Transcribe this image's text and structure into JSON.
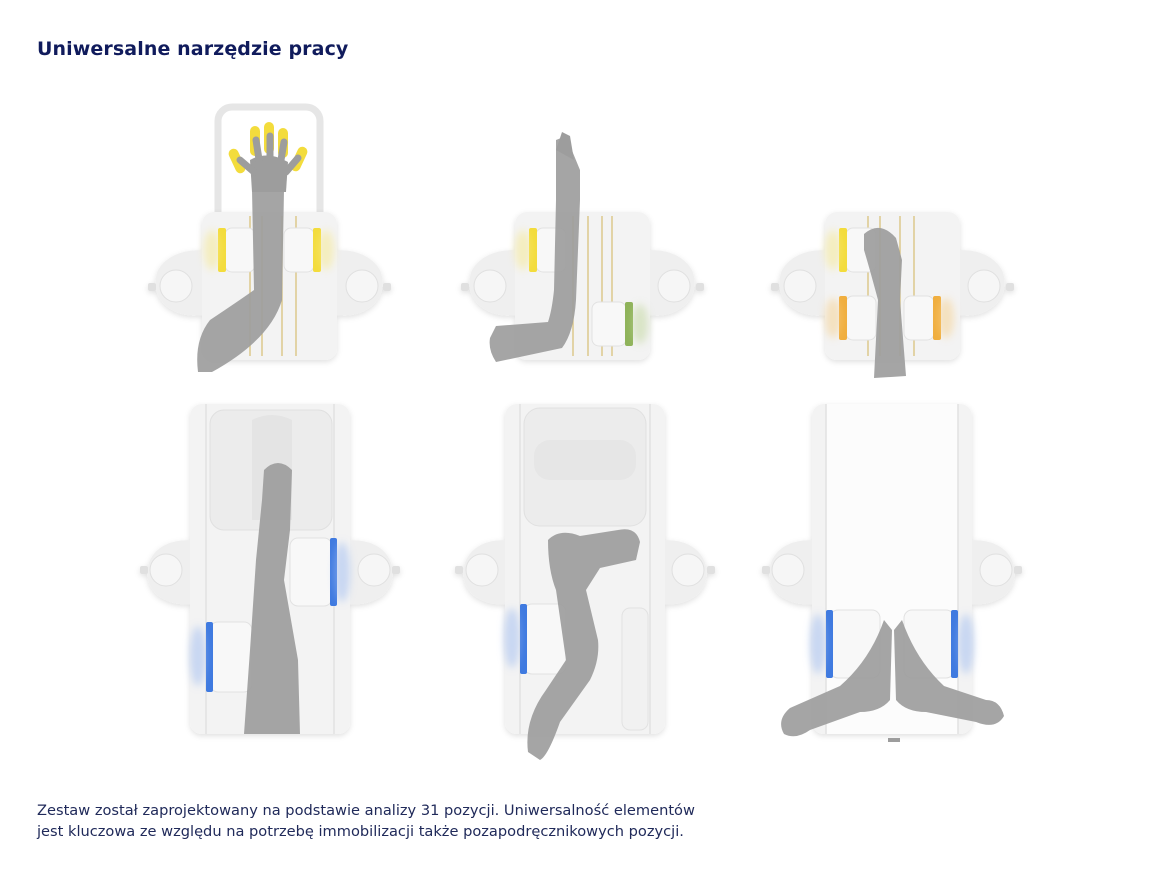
{
  "header": {
    "title": "Uniwersalne narzędzie pracy"
  },
  "caption": {
    "line1": "Zestaw został zaprojektowany na podstawie analizy 31 pozycji. Uniwersalność elementów",
    "line2": "jest kluczowa ze względu na potrzebę immobilizacji także pozapodręcznikowych pozycji."
  },
  "colors": {
    "title": "#101b5c",
    "text": "#202a5a",
    "board": "#f2f2f2",
    "board_edge": "#e2e2e2",
    "limb": "#9d9d9d",
    "yellow_accent": "#f3dc3c",
    "green_accent": "#8fb35a",
    "orange_accent": "#f0ae3e",
    "blue_accent": "#3f7ae0"
  },
  "illustrations": [
    {
      "name": "arm-raised-hand-spread",
      "accent": "yellow"
    },
    {
      "name": "arm-raised-side-support",
      "accent": "yellow-green"
    },
    {
      "name": "arm-forearm-crossed",
      "accent": "yellow-orange"
    },
    {
      "name": "leg-straight",
      "accent": "blue"
    },
    {
      "name": "leg-bent",
      "accent": "blue"
    },
    {
      "name": "feet-together",
      "accent": "blue"
    }
  ]
}
